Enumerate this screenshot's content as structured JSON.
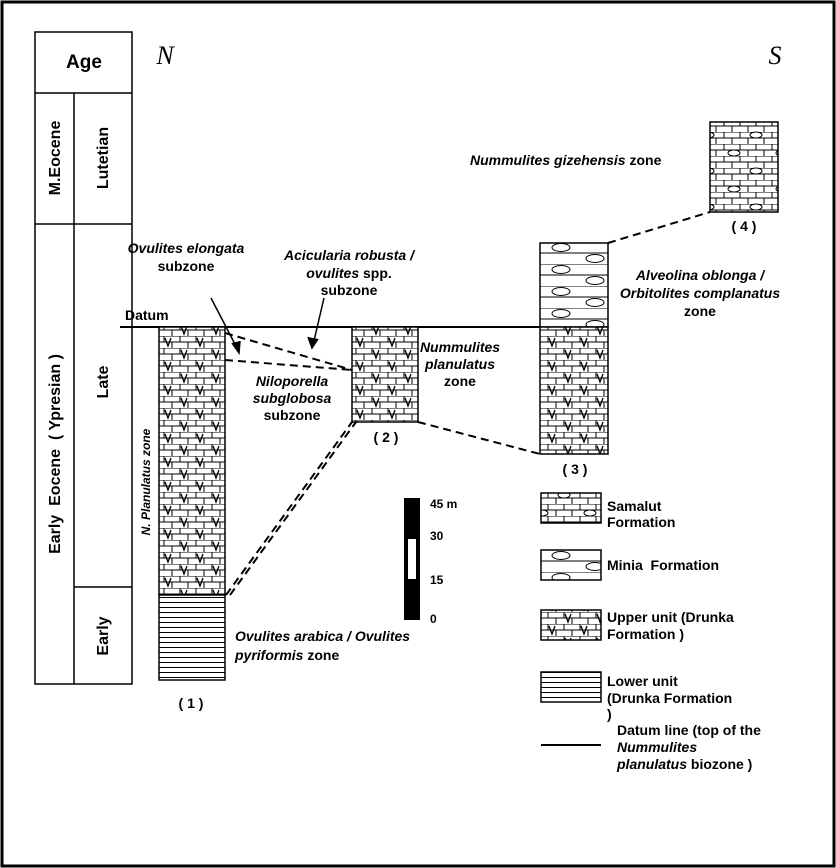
{
  "age_column": {
    "header": "Age",
    "epochs": [
      "M.Eocene",
      "Early  Eocene  ( Ypresian )"
    ],
    "stages": [
      "Lutetian",
      "Late",
      "Early"
    ]
  },
  "directions": {
    "north": "N",
    "south": "S"
  },
  "datum_label": "Datum",
  "zone_axis_label": "N. Planulatus zone",
  "sections": [
    "( 1 )",
    "( 2 )",
    "( 3 )",
    "( 4 )"
  ],
  "zones": {
    "gizehensis": {
      "italic": "Nummulites gizehensis",
      "plain": " zone"
    },
    "alveolina": {
      "line1": "Alveolina oblonga /",
      "line2": "Orbitolites complanatus",
      "line3": "zone"
    },
    "ovulites_elongata": {
      "line1": "Ovulites elongata",
      "line2": "subzone"
    },
    "acicularia": {
      "line1": "Acicularia robusta /",
      "line2_italic": "ovulites",
      "line2_plain": " spp.",
      "line3": "subzone"
    },
    "planulatus": {
      "line1": "Nummulites",
      "line2": "planulatus",
      "line3": "zone"
    },
    "niloporella": {
      "line1": "Niloporella",
      "line2": "subglobosa",
      "line3": "subzone"
    },
    "arabica": {
      "line1": "Ovulites arabica / Ovulites",
      "line2_italic": "pyriformis",
      "line2_plain": " zone"
    }
  },
  "scale_bar": {
    "ticks": [
      "45 m",
      "30",
      "15",
      "0"
    ]
  },
  "legend": [
    {
      "id": "samalut",
      "label_line1": "Samalut",
      "label_line2": "Formation"
    },
    {
      "id": "minia",
      "label_line1": "Minia  Formation",
      "label_line2": ""
    },
    {
      "id": "upper",
      "label_line1": "Upper unit (Drunka",
      "label_line2": "Formation )"
    },
    {
      "id": "lower",
      "label_line1": "Lower unit",
      "label_line2": "(Drunka Formation",
      "label_line3": ")"
    }
  ],
  "datum_legend": {
    "line1": "Datum line (top of the",
    "line2": "Nummulites",
    "line3_italic": "planulatus",
    "line3_plain": " biozone )"
  }
}
